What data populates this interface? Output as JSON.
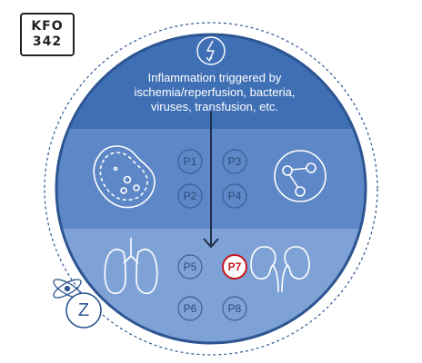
{
  "logo": {
    "line1": "KFO",
    "line2": "342"
  },
  "description": {
    "line1": "Inflammation triggered by",
    "line2": "ischemia/reperfusion, bacteria,",
    "line3": "viruses, transfusion, etc."
  },
  "projects": [
    {
      "label": "P1",
      "highlighted": false
    },
    {
      "label": "P2",
      "highlighted": false
    },
    {
      "label": "P3",
      "highlighted": false
    },
    {
      "label": "P4",
      "highlighted": false
    },
    {
      "label": "P5",
      "highlighted": false
    },
    {
      "label": "P6",
      "highlighted": false
    },
    {
      "label": "P7",
      "highlighted": true
    },
    {
      "label": "P8",
      "highlighted": false
    }
  ],
  "z_badge": "Z",
  "colors": {
    "band_top": "#3f6fb5",
    "band_middle": "#5d87c6",
    "band_bottom": "#7fa2d6",
    "circle_border": "#2d5592",
    "highlight": "#c4161c",
    "node_outline": "#3a5f98"
  },
  "icons": [
    "lightning-icon",
    "cell-icon",
    "molecule-icon",
    "lungs-icon",
    "kidneys-icon",
    "atom-icon"
  ]
}
